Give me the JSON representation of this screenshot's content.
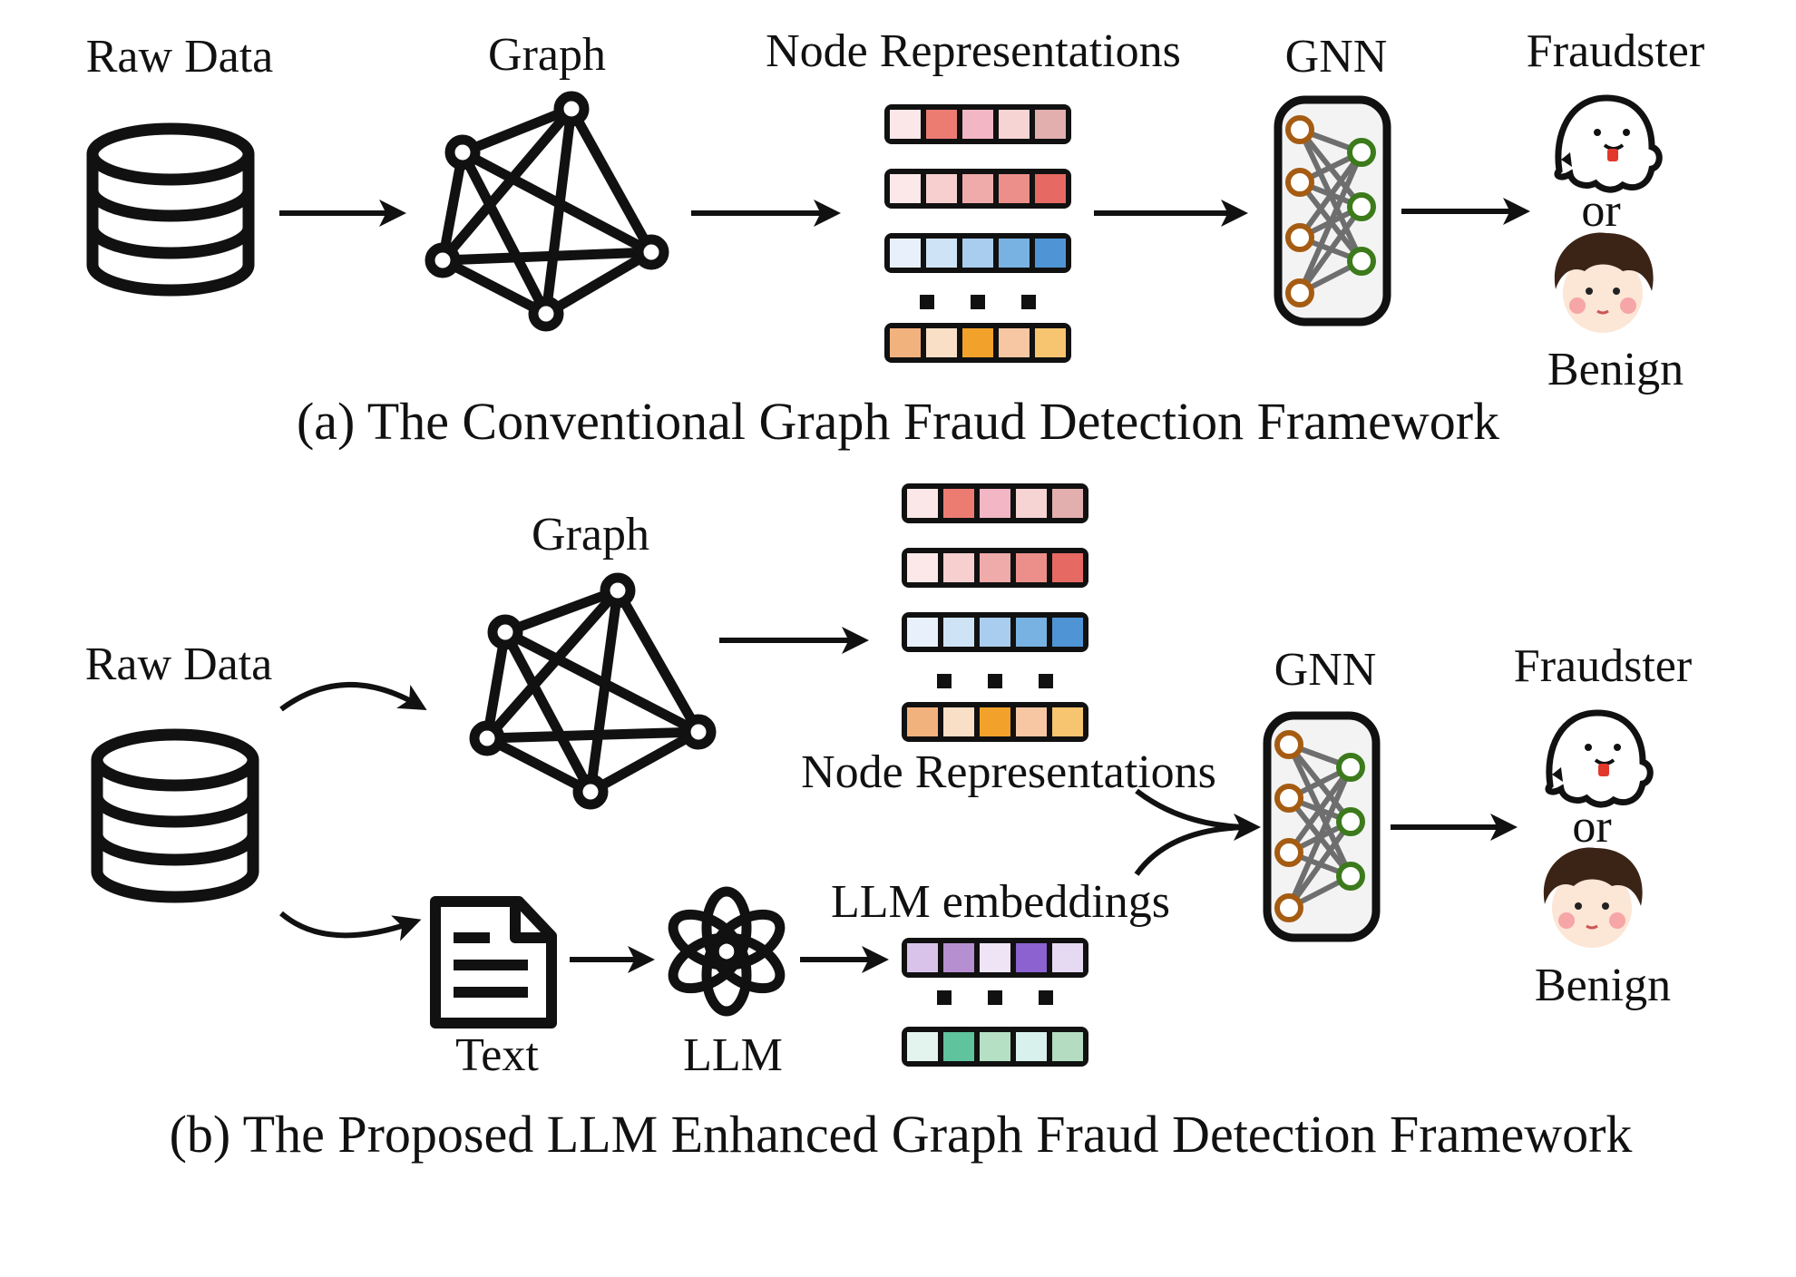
{
  "panel_a": {
    "raw_data_label": "Raw Data",
    "graph_label": "Graph",
    "node_repr_label": "Node Representations",
    "gnn_label": "GNN",
    "fraudster_label": "Fraudster",
    "or_label": "or",
    "benign_label": "Benign",
    "caption": "(a) The Conventional Graph Fraud Detection Framework"
  },
  "panel_b": {
    "raw_data_label": "Raw Data",
    "graph_label": "Graph",
    "node_repr_label": "Node Representations",
    "llm_embeddings_label": "LLM embeddings",
    "text_label": "Text",
    "llm_label": "LLM",
    "gnn_label": "GNN",
    "fraudster_label": "Fraudster",
    "or_label": "or",
    "benign_label": "Benign",
    "caption": "(b) The Proposed LLM Enhanced Graph Fraud Detection Framework"
  },
  "colors": {
    "node_repr_rows": [
      [
        "#fbe7e7",
        "#ec7c72",
        "#f3b6c4",
        "#f6d4d4",
        "#e2aeae"
      ],
      [
        "#fce8e8",
        "#f7cfcf",
        "#efaaaa",
        "#ec8f8a",
        "#e66a63"
      ],
      [
        "#e8f1fb",
        "#cfe3f6",
        "#a9cdee",
        "#78b2e3",
        "#4f95d5"
      ],
      [
        "#f2b27e",
        "#fadfc7",
        "#f2a12a",
        "#f7c7a4",
        "#f7c56f"
      ]
    ],
    "llm_embedding_rows": [
      [
        "#d9c3ea",
        "#b68fd1",
        "#efe4f5",
        "#8b62cf",
        "#e6d9f2"
      ],
      [
        "#e3f4ef",
        "#5fc39e",
        "#b5e0c3",
        "#d9f1ec",
        "#b3dcc1"
      ]
    ],
    "gnn_input_nodes": "#a55c12",
    "gnn_output_nodes": "#3c7a1c",
    "gnn_edges": "#6e6e6e",
    "gnn_box_fill": "#f3f3f3"
  },
  "icons": {
    "raw_data": "database-icon",
    "graph": "network-graph-icon",
    "text": "document-icon",
    "llm": "llm-logo-icon",
    "fraudster": "ghost-icon",
    "benign": "boy-face-icon"
  }
}
